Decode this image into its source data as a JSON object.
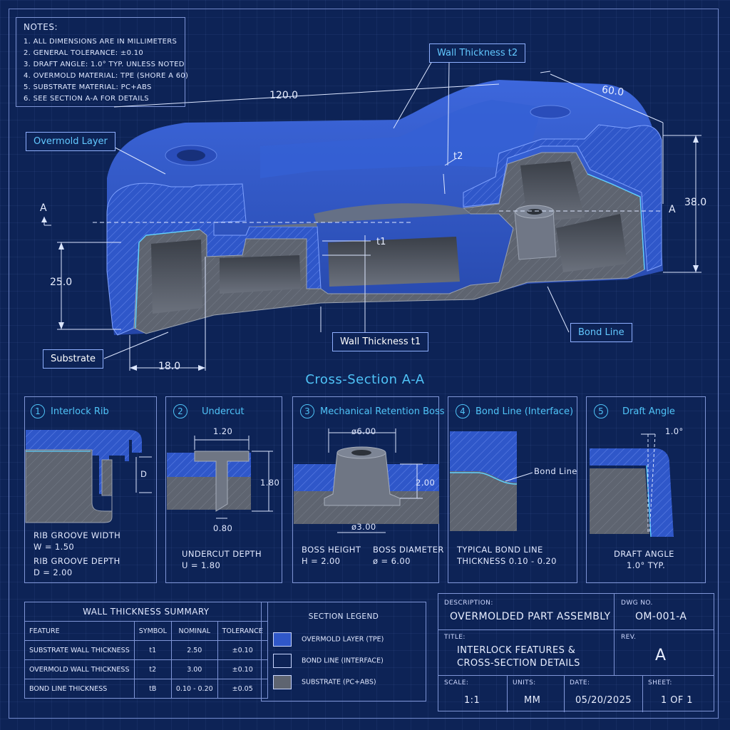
{
  "notes": {
    "title": "NOTES:",
    "items": [
      "1. ALL DIMENSIONS ARE IN MILLIMETERS",
      "2. GENERAL TOLERANCE: ±0.10",
      "3. DRAFT ANGLE: 1.0° TYP. UNLESS NOTED",
      "4. OVERMOLD MATERIAL: TPE (SHORE A 60)",
      "5. SUBSTRATE MATERIAL: PC+ABS",
      "6. SEE SECTION A-A FOR DETAILS"
    ]
  },
  "main_view": {
    "callouts": {
      "wall_thickness_t2": "Wall Thickness t2",
      "overmold_layer": "Overmold Layer",
      "substrate": "Substrate",
      "wall_thickness_t1": "Wall Thickness t1",
      "bond_line": "Bond Line"
    },
    "dims": {
      "length": "120.0",
      "depth": "60.0",
      "height": "38.0",
      "substrate_height": "25.0",
      "rib_pitch": "18.0",
      "t1": "t1",
      "t2": "t2"
    },
    "section_marks": {
      "left": "A",
      "right": "A"
    }
  },
  "section_title": "Cross-Section A-A",
  "details": [
    {
      "num": "1",
      "title": "Interlock Rib",
      "dim_labels": [
        "D"
      ],
      "text": [
        "RIB GROOVE WIDTH",
        "W = 1.50",
        "RIB GROOVE DEPTH",
        "D = 2.00"
      ]
    },
    {
      "num": "2",
      "title": "Undercut",
      "dim_labels": [
        "1.20",
        "1.80",
        "0.80"
      ],
      "text": [
        "UNDERCUT DEPTH",
        "U = 1.80"
      ]
    },
    {
      "num": "3",
      "title": "Mechanical Retention Boss",
      "dim_labels": [
        "ø6.00",
        "2.00",
        "ø3.00"
      ],
      "text_left": [
        "BOSS HEIGHT",
        "H = 2.00"
      ],
      "text_right": [
        "BOSS DIAMETER",
        "ø = 6.00"
      ]
    },
    {
      "num": "4",
      "title": "Bond Line (Interface)",
      "dim_labels": [
        "Bond Line"
      ],
      "text": [
        "TYPICAL BOND LINE",
        "THICKNESS 0.10 - 0.20"
      ]
    },
    {
      "num": "5",
      "title": "Draft Angle",
      "dim_labels": [
        "1.0°"
      ],
      "text": [
        "DRAFT ANGLE",
        "1.0° TYP."
      ]
    }
  ],
  "wall_thickness_summary": {
    "title": "WALL THICKNESS SUMMARY",
    "headers": [
      "FEATURE",
      "SYMBOL",
      "NOMINAL",
      "TOLERANCE"
    ],
    "rows": [
      [
        "SUBSTRATE WALL THICKNESS",
        "t1",
        "2.50",
        "±0.10"
      ],
      [
        "OVERMOLD WALL THICKNESS",
        "t2",
        "3.00",
        "±0.10"
      ],
      [
        "BOND LINE THICKNESS",
        "tB",
        "0.10 - 0.20",
        "±0.05"
      ]
    ]
  },
  "legend": {
    "title": "SECTION LEGEND",
    "items": [
      {
        "label": "OVERMOLD LAYER (TPE)",
        "color": "#2f57c9"
      },
      {
        "label": "BOND LINE (INTERFACE)",
        "color": "#0d2356"
      },
      {
        "label": "SUBSTRATE (PC+ABS)",
        "color": "#5e6470"
      }
    ]
  },
  "title_block": {
    "description_label": "DESCRIPTION:",
    "description": "OVERMOLDED PART ASSEMBLY",
    "dwg_no_label": "DWG NO.",
    "dwg_no": "OM-001-A",
    "title_label": "TITLE:",
    "title_line1": "INTERLOCK FEATURES &",
    "title_line2": "CROSS-SECTION DETAILS",
    "rev_label": "REV.",
    "rev": "A",
    "scale_label": "SCALE:",
    "scale": "1:1",
    "units_label": "UNITS:",
    "units": "MM",
    "date_label": "DATE:",
    "date": "05/20/2025",
    "sheet_label": "SHEET:",
    "sheet": "1 OF 1"
  },
  "colors": {
    "background": "#0d2356",
    "overmold": "#2f57c9",
    "substrate": "#5e6470",
    "accent": "#4fc3f7"
  }
}
